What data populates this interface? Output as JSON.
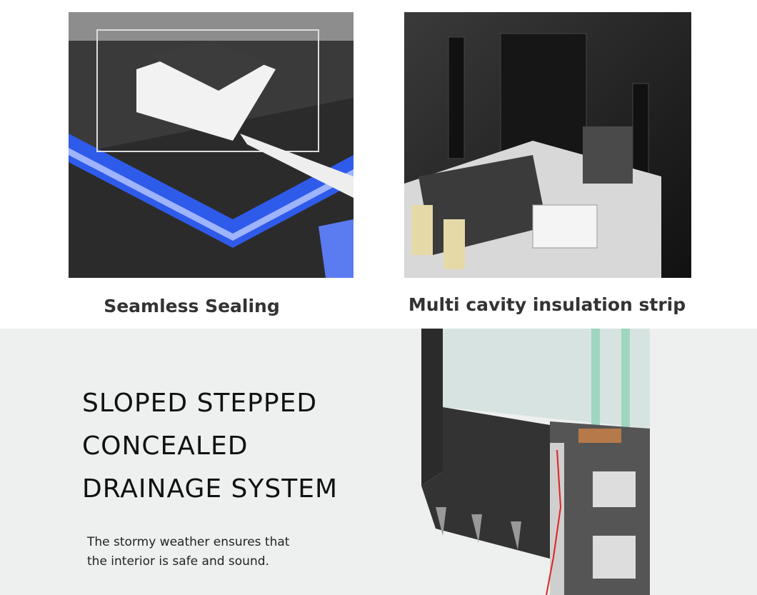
{
  "panels": [
    {
      "caption": "Seamless Sealing",
      "icon": "sealant-corner-illustration"
    },
    {
      "caption": "Multi cavity insulation strip",
      "icon": "insulation-profile-illustration"
    }
  ],
  "feature": {
    "headline_lines": [
      "SLOPED STEPPED",
      "CONCEALED",
      "DRAINAGE SYSTEM"
    ],
    "description_lines": [
      "The stormy weather ensures that",
      "the interior is safe and sound."
    ],
    "icon": "window-frame-cross-section-illustration"
  },
  "colors": {
    "accent_blue": "#2f5bea",
    "frame_dark": "#2a2a2a",
    "background": "#eef0ef"
  }
}
